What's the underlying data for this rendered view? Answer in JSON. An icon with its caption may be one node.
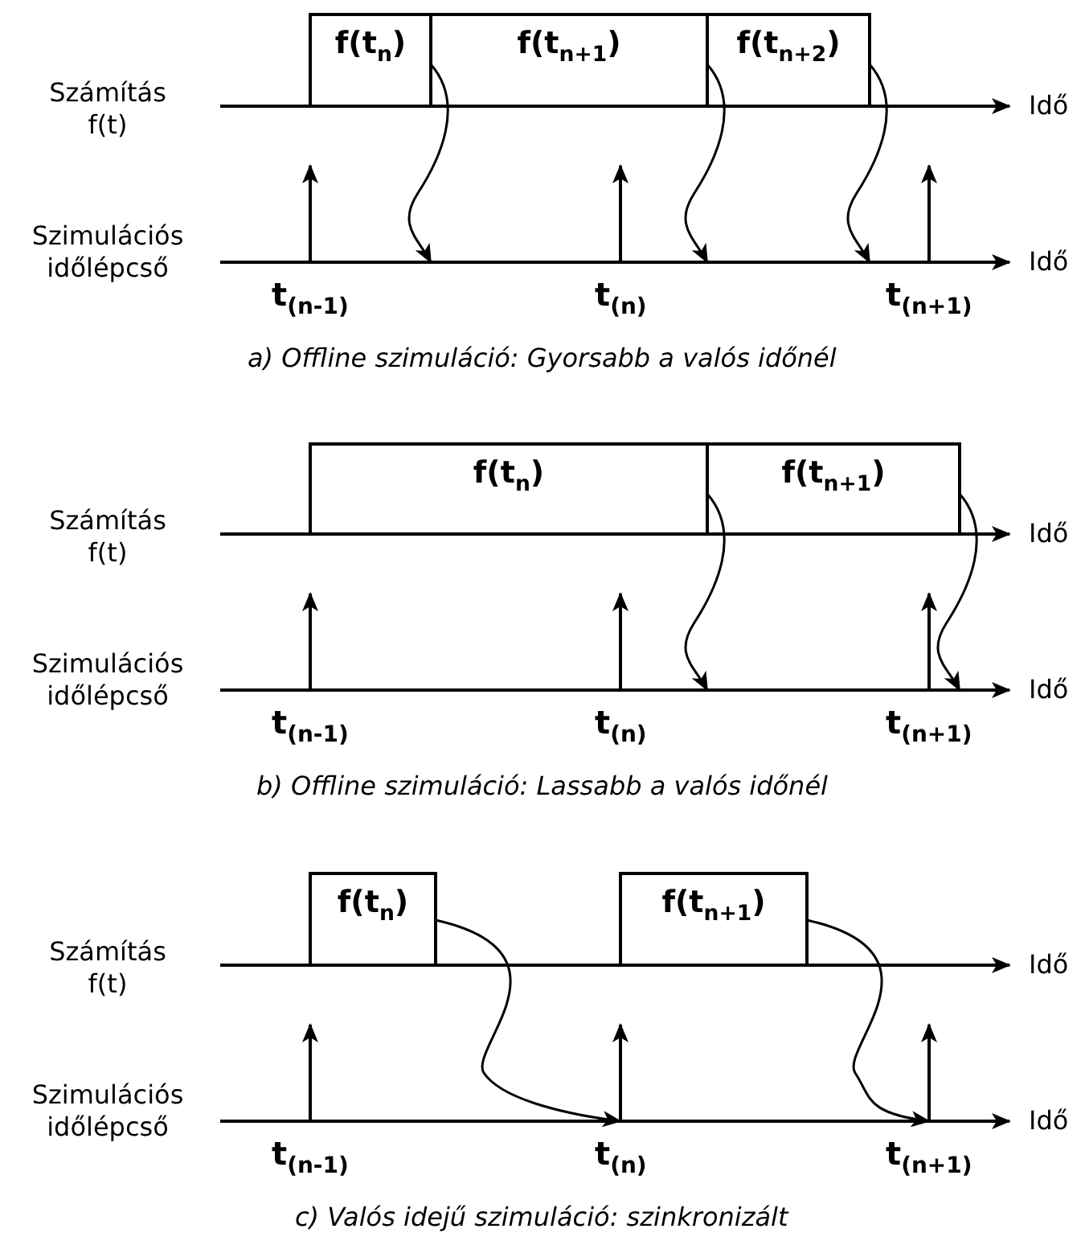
{
  "diagram": {
    "nodes": [
      {
        "text": [
          "f(t$_{n}$)"
        ]
      },
      {
        "text": [
          "f(t$_{n+1}$)"
        ]
      },
      {
        "text": [
          "f(t$_{n+2}$)"
        ]
      },
      {
        "text": [
          "f(t$_{n}$)"
        ]
      },
      {
        "text": [
          "f(t$_{n+1}$)"
        ]
      },
      {
        "text": [
          "f(t$_{n}$)"
        ]
      },
      {
        "text": [
          "f(t$_{n+1}$)"
        ]
      },
      {
        "text": [
          "t$_{(n-1)}$"
        ]
      },
      {
        "text": [
          "t$_{(n)}$"
        ]
      },
      {
        "text": [
          "t$_{(n+1)}$"
        ]
      },
      {
        "text": [
          "t$_{(n-1)}$"
        ]
      },
      {
        "text": [
          "t$_{(n)}$"
        ]
      },
      {
        "text": [
          "t$_{(n+1)}$"
        ]
      },
      {
        "text": [
          "t$_{(n-1)}$"
        ]
      },
      {
        "text": [
          "t$_{(n)}$"
        ]
      },
      {
        "text": [
          "t$_{(n+1)}$"
        ]
      }
    ],
    "edges": [
      {
        "from": 0,
        "to": null,
        "arrow": "to"
      },
      {
        "from": 1,
        "to": null,
        "arrow": "to"
      },
      {
        "from": 2,
        "to": 9,
        "arrow": "to"
      },
      {
        "from": 3,
        "to": null,
        "arrow": "to"
      },
      {
        "from": 4,
        "to": 12,
        "arrow": "to"
      },
      {
        "from": 5,
        "to": 14,
        "arrow": "to"
      },
      {
        "from": 6,
        "to": 15,
        "arrow": "to"
      }
    ],
    "labels": [
      "Számítás f(t)",
      "Idő",
      "Szimulációs időlépcső",
      "Idő",
      "a) Offline szimuláció: Gyorsabb a valós időnél",
      "Számítás f(t)",
      "Idő",
      "Szimulációs időlépcső",
      "Idő",
      "b) Offline szimuláció: Lassabb a valós időnél",
      "Számítás f(t)",
      "Idő",
      "Szimulációs időlépcső",
      "Idő",
      "c) Valós idejű szimuláció: szinkronizált"
    ]
  }
}
